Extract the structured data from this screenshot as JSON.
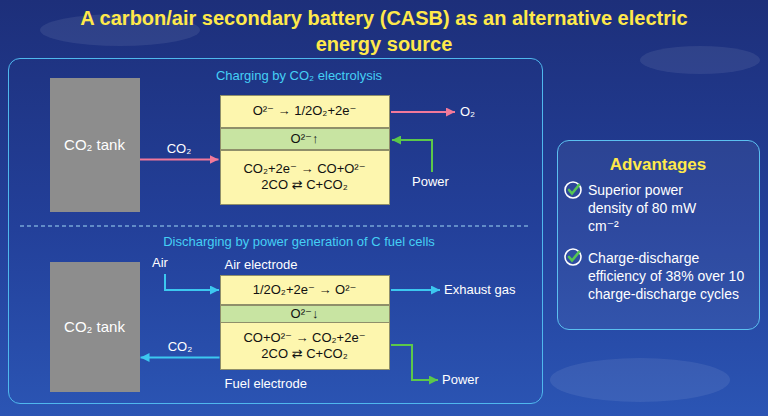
{
  "diagram": {
    "title": "A carbon/air secondary battery (CASB) as an alternative electric energy source",
    "nodes": [
      {
        "text": [
          "Charging by CO₂ electrolysis",
          "Discharging by power generation of C fuel cells"
        ]
      },
      {
        "text": [
          "CO₂ tank"
        ],
        "in": 0
      },
      {
        "text": [
          "O²⁻ → 1/2O₂+2e⁻"
        ],
        "in": 0
      },
      {
        "text": [
          "O²⁻↑"
        ],
        "in": 0
      },
      {
        "text": [
          "CO₂+2e⁻ → CO+O²⁻",
          "2CO ⇄ C+CO₂"
        ],
        "in": 0
      },
      {
        "text": [
          "CO₂ tank"
        ],
        "in": 0
      },
      {
        "text": [
          "Air electrode",
          "1/2O₂+2e⁻ → O²⁻"
        ],
        "in": 0
      },
      {
        "text": [
          "O²⁻↓"
        ],
        "in": 0
      },
      {
        "text": [
          "CO+O²⁻ → CO₂+2e⁻",
          "2CO ⇄ C+CO₂",
          "Fuel electrode"
        ],
        "in": 0
      },
      {
        "text": [
          "Advantages",
          "Superior power density of 80 mW cm⁻²",
          "Charge-discharge efficiency of 38% over 10 charge-discharge cycles"
        ]
      }
    ],
    "edges": [
      {
        "from": 1,
        "to": 4,
        "label": "CO₂",
        "arrow": "to"
      },
      {
        "from": 8,
        "to": 5,
        "label": "CO₂",
        "arrow": "to"
      }
    ],
    "labels": [
      "O₂",
      "Power",
      "Air",
      "Exhaust gas",
      "Power"
    ]
  }
}
